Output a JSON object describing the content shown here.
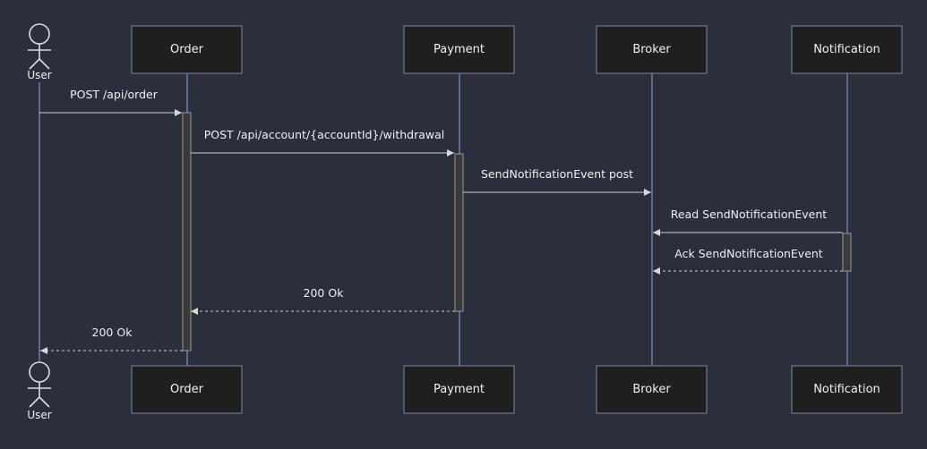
{
  "diagram": {
    "actor": {
      "label": "User"
    },
    "participants": [
      {
        "id": "order",
        "label": "Order"
      },
      {
        "id": "payment",
        "label": "Payment"
      },
      {
        "id": "broker",
        "label": "Broker"
      },
      {
        "id": "notification",
        "label": "Notification"
      }
    ],
    "messages": [
      {
        "from": "user",
        "to": "order",
        "label": "POST /api/order",
        "style": "solid"
      },
      {
        "from": "order",
        "to": "payment",
        "label": "POST /api/account/{accountId}/withdrawal",
        "style": "solid"
      },
      {
        "from": "payment",
        "to": "broker",
        "label": "SendNotificationEvent post",
        "style": "solid"
      },
      {
        "from": "notification",
        "to": "broker",
        "label": "Read SendNotificationEvent",
        "style": "solid"
      },
      {
        "from": "notification",
        "to": "broker",
        "label": "Ack SendNotificationEvent",
        "style": "dashed"
      },
      {
        "from": "payment",
        "to": "order",
        "label": "200 Ok",
        "style": "dashed"
      },
      {
        "from": "order",
        "to": "user",
        "label": "200 Ok",
        "style": "dashed"
      }
    ]
  },
  "colors": {
    "background": "#2b2e3b",
    "box_fill": "#1f1f1f",
    "lifeline": "#8fa8d8",
    "text": "#f0f0f0"
  }
}
